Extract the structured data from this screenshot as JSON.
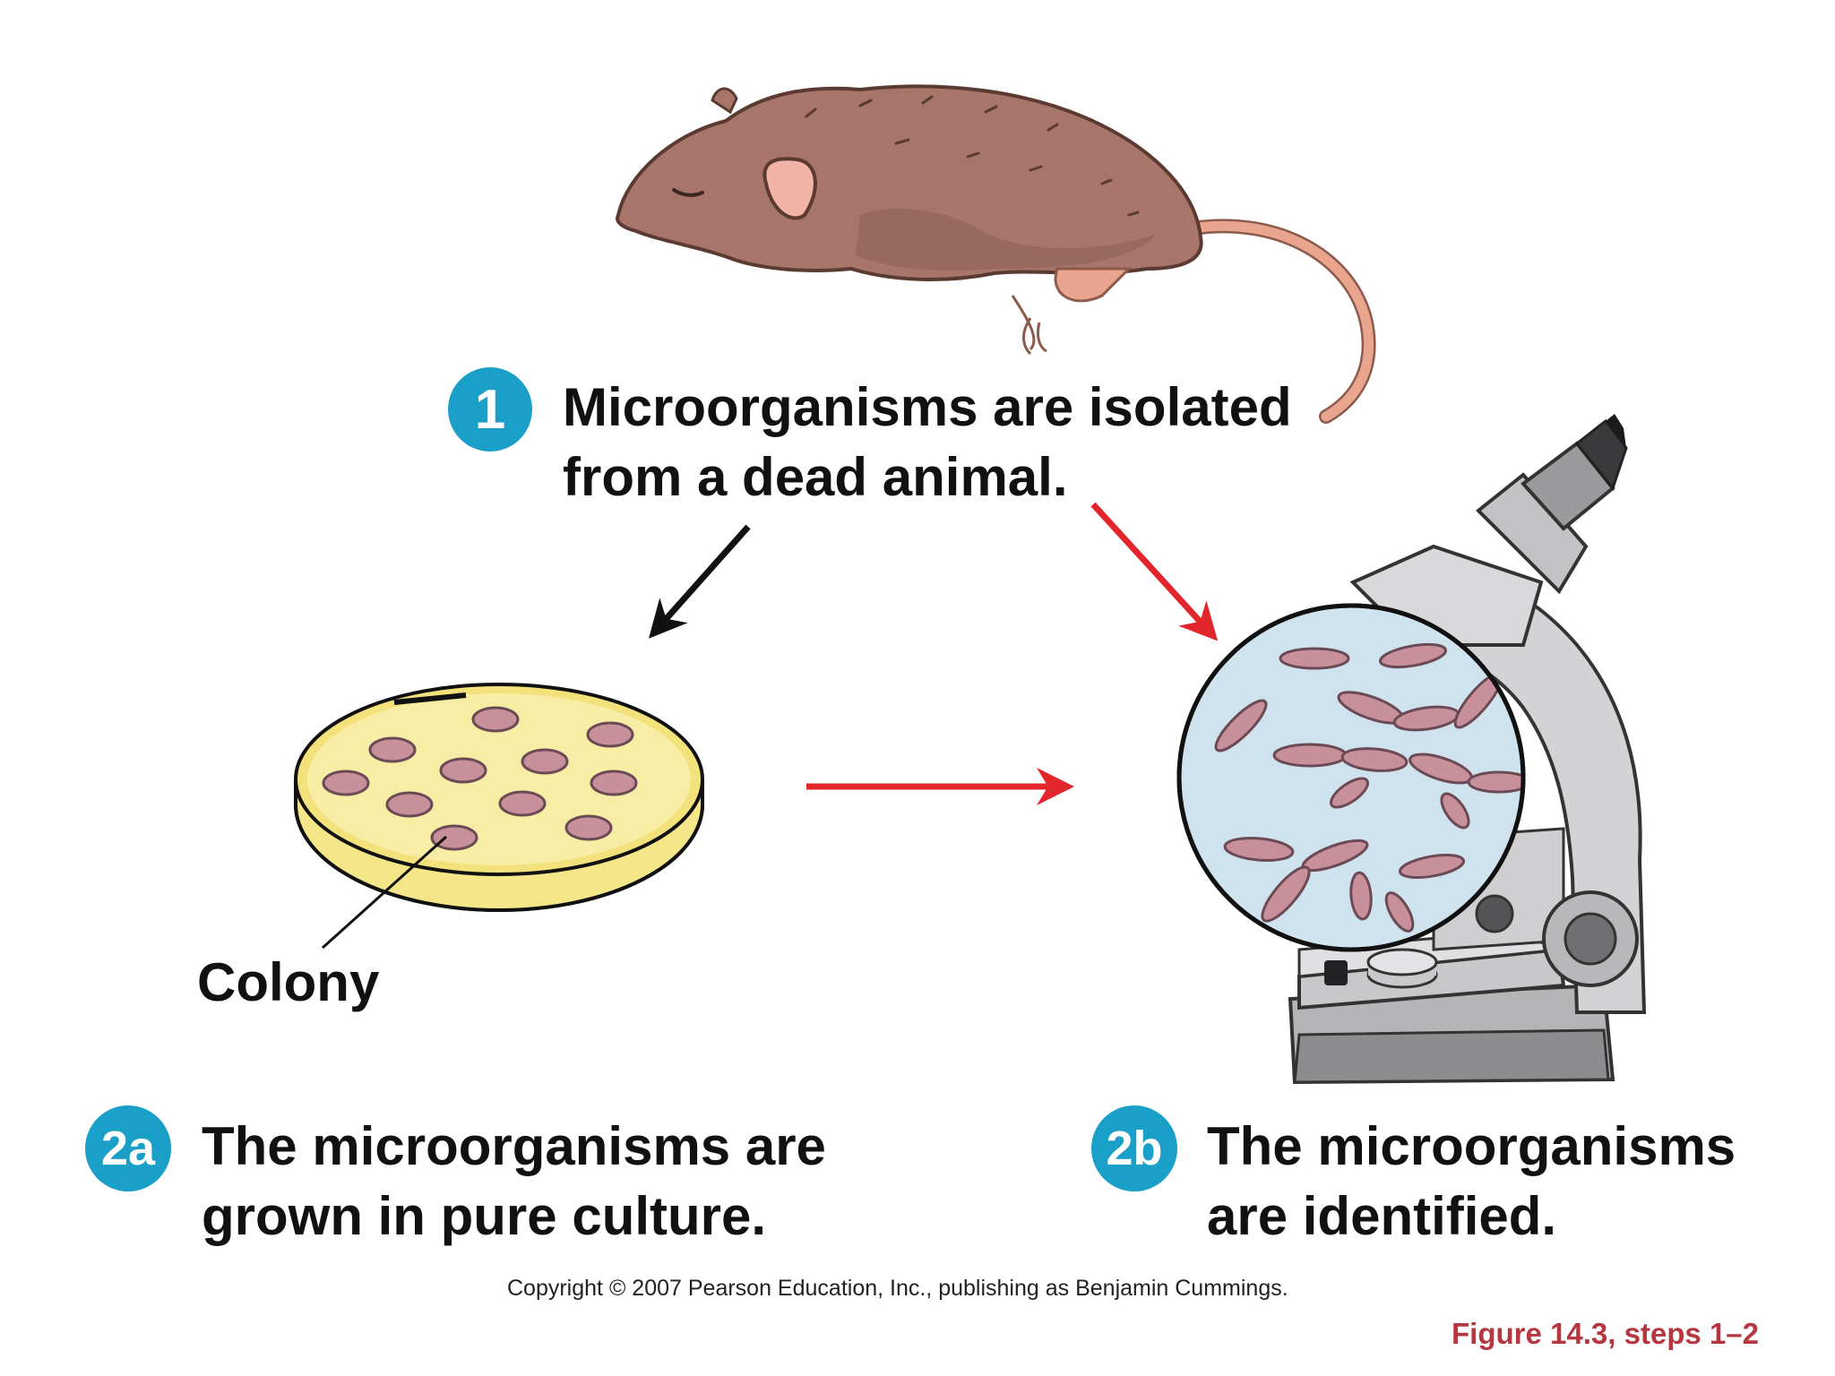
{
  "steps": {
    "step1": {
      "badge": "1",
      "line1": "Microorganisms are isolated",
      "line2": "from a dead animal."
    },
    "step2a": {
      "badge": "2a",
      "line1": "The microorganisms are",
      "line2": "grown in pure culture."
    },
    "step2b": {
      "badge": "2b",
      "line1": "The microorganisms",
      "line2": "are identified."
    }
  },
  "labels": {
    "colony": "Colony"
  },
  "footer": {
    "copyright": "Copyright © 2007 Pearson Education, Inc., publishing as Benjamin Cummings.",
    "figure_ref": "Figure 14.3, steps 1–2"
  },
  "colors": {
    "badge": "#1aa0c8",
    "arrow_black": "#111111",
    "arrow_red": "#e3262b",
    "mouse_body": "#a8756a",
    "mouse_tail": "#eaa58f",
    "agar": "#f5e68a",
    "colony": "#c7909a",
    "microscope_field": "#cfe3ee",
    "microscope_body": "#d3d3d5",
    "figure_ref": "#b5373f"
  }
}
